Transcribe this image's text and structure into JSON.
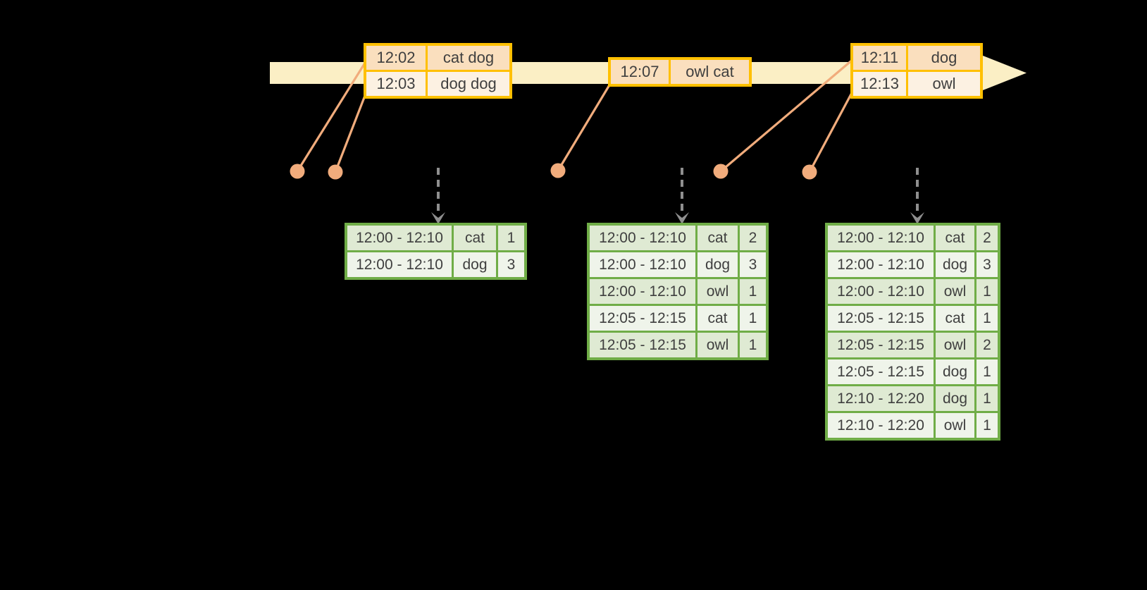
{
  "diagram": {
    "kind": "streaming-windowed-aggregation-timeline",
    "colors": {
      "background": "#000000",
      "timeline_fill": "#FBEFC5",
      "event_table_border": "#FFC000",
      "event_row_dark": "#FADFBE",
      "event_row_light": "#FCF1E2",
      "marker_salmon": "#F1AC7C",
      "trigger_arrow_gray": "#8F8F8F",
      "result_table_border": "#70AD47",
      "result_row_dark": "#DFEAD3",
      "result_row_light": "#EFF4EA",
      "text": "#3F3F3F"
    },
    "event_tables": [
      {
        "rows": [
          [
            "12:02",
            "cat dog"
          ],
          [
            "12:03",
            "dog dog"
          ]
        ]
      },
      {
        "rows": [
          [
            "12:07",
            "owl cat"
          ]
        ]
      },
      {
        "rows": [
          [
            "12:11",
            "dog"
          ],
          [
            "12:13",
            "owl"
          ]
        ]
      }
    ],
    "event_markers": [
      "12:02",
      "12:03",
      "12:07",
      "12:11",
      "12:13"
    ],
    "result_tables": [
      {
        "rows": [
          [
            "12:00 - 12:10",
            "cat",
            "1"
          ],
          [
            "12:00 - 12:10",
            "dog",
            "3"
          ]
        ]
      },
      {
        "rows": [
          [
            "12:00 - 12:10",
            "cat",
            "2"
          ],
          [
            "12:00 - 12:10",
            "dog",
            "3"
          ],
          [
            "12:00 - 12:10",
            "owl",
            "1"
          ],
          [
            "12:05 - 12:15",
            "cat",
            "1"
          ],
          [
            "12:05 - 12:15",
            "owl",
            "1"
          ]
        ]
      },
      {
        "rows": [
          [
            "12:00 - 12:10",
            "cat",
            "2"
          ],
          [
            "12:00 - 12:10",
            "dog",
            "3"
          ],
          [
            "12:00 - 12:10",
            "owl",
            "1"
          ],
          [
            "12:05 - 12:15",
            "cat",
            "1"
          ],
          [
            "12:05 - 12:15",
            "owl",
            "2"
          ],
          [
            "12:05 - 12:15",
            "dog",
            "1"
          ],
          [
            "12:10 - 12:20",
            "dog",
            "1"
          ],
          [
            "12:10 - 12:20",
            "owl",
            "1"
          ]
        ]
      }
    ]
  }
}
